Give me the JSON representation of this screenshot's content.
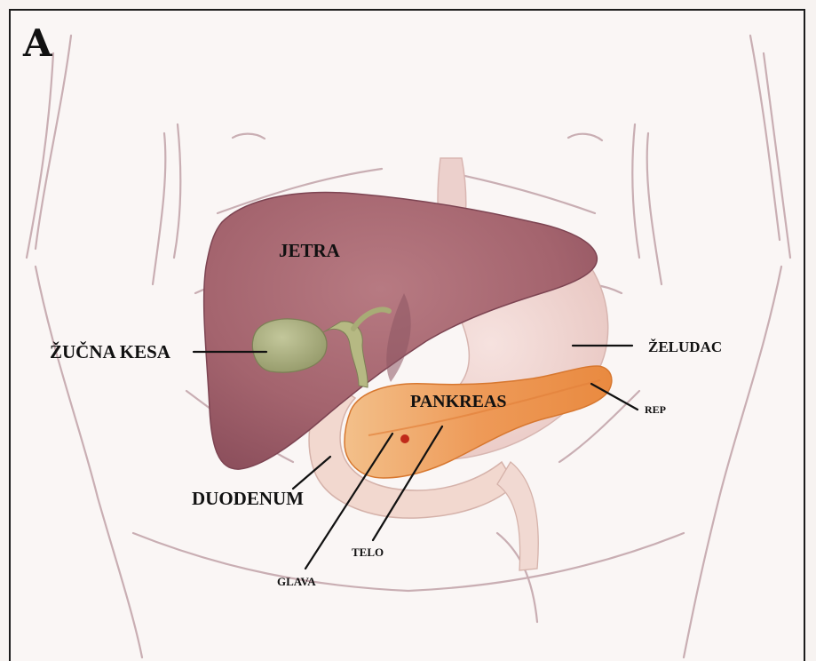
{
  "figure": {
    "panel_letter": "A",
    "labels": {
      "liver": "JETRA",
      "gallbladder": "ŽUČNA KESA",
      "stomach": "ŽELUDAC",
      "pancreas": "PANKREAS",
      "tail": "REP",
      "duodenum": "DUODENUM",
      "body": "TELO",
      "head": "GLAVA"
    }
  },
  "colors": {
    "background": "#faf6f5",
    "frame": "#1c1c1c",
    "liver": "#a4646e",
    "gallbladder": "#a7ad7f",
    "stomach": "#efd3cf",
    "pancreas": "#f0a064",
    "duodenum": "#f2d8cf",
    "body_outline": "#b89aa0"
  }
}
